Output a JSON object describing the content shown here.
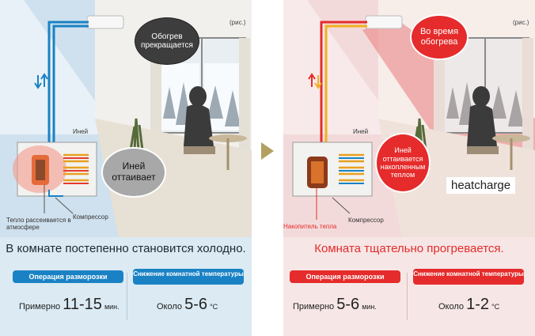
{
  "left": {
    "fig": "(рис.)",
    "callout_heat": "Обогрев прекращается",
    "callout_frost": "Иней оттаивает",
    "label_frost": "Иней",
    "label_heat_released": "Тепло рассеивается в атмосфере",
    "label_compressor": "Компрессор",
    "caption": "В комнате постепенно становится холодно.",
    "pill_defrost": "Операция разморозки",
    "pill_temp": "Снижение комнатной температуры",
    "time_prefix": "Примерно",
    "time_value": "11-15",
    "time_unit": "мин.",
    "temp_prefix": "Около",
    "temp_value": "5-6",
    "temp_unit": "°C"
  },
  "right": {
    "fig": "(рис.)",
    "callout_heat": "Во время обогрева",
    "callout_frost": "Иней оттаивается накопленным теплом",
    "label_frost": "Иней",
    "brand": "heatcharge",
    "label_storage": "Накопитель тепла",
    "label_compressor": "Компрессор",
    "caption": "Комната тщательно прогревается.",
    "pill_defrost": "Операция разморозки",
    "pill_temp": "Снижение комнатной температуры",
    "time_prefix": "Примерно",
    "time_value": "5-6",
    "time_unit": "мин.",
    "temp_prefix": "Около",
    "temp_value": "1-2",
    "temp_unit": "°C"
  },
  "colors": {
    "blue": "#1a82c4",
    "red": "#e52b2b",
    "arrow": "#b3a060"
  }
}
